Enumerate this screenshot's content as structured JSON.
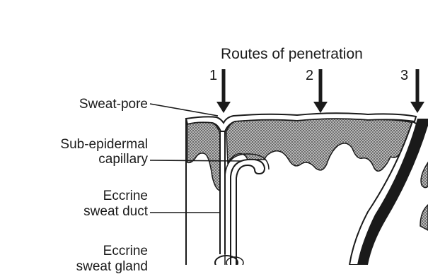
{
  "diagram": {
    "title": "Routes of penetration",
    "routes": [
      {
        "number": "1"
      },
      {
        "number": "2"
      },
      {
        "number": "3"
      }
    ],
    "labels": {
      "sweat_pore": "Sweat-pore",
      "sub_epidermal_1": "Sub-epidermal",
      "sub_epidermal_2": "capillary",
      "eccrine_duct_1": "Eccrine",
      "eccrine_duct_2": "sweat duct",
      "eccrine_gland_1": "Eccrine",
      "eccrine_gland_2": "sweat gland"
    },
    "colors": {
      "ink": "#1a1a1a",
      "stipple": "#8a8a8a",
      "background": "#ffffff"
    }
  }
}
